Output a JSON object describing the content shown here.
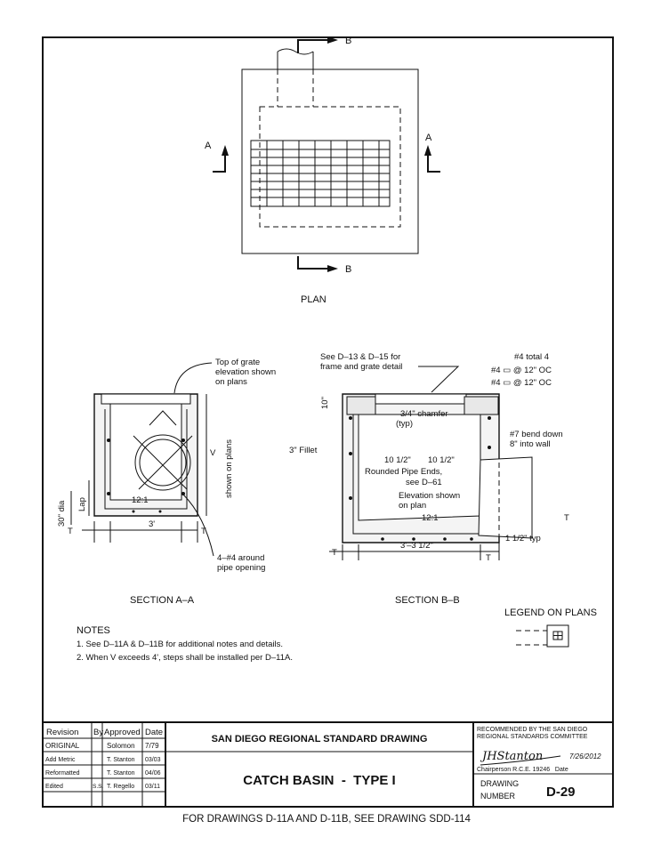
{
  "plan": {
    "title": "PLAN",
    "section_b": "B",
    "section_a": "A"
  },
  "section_aa": {
    "title": "SECTION A–A",
    "top_of_grate": [
      "Top of grate",
      "elevation shown",
      "on plans"
    ],
    "v_label": "V",
    "shown_on_plans": "shown on plans",
    "dia": "30\" dia",
    "lap": "Lap",
    "slope": "12:1",
    "width": "3'",
    "t": "T",
    "bars": [
      "4–#4 around",
      "pipe opening"
    ]
  },
  "section_bb": {
    "title": "SECTION B–B",
    "see_detail": [
      "See D–13 & D–15 for",
      "frame and grate detail"
    ],
    "rebar_total": "#4 total 4",
    "rebar1": "#4 ▭ @ 12\" OC",
    "rebar2": "#4 ▭ @ 12\" OC",
    "height": "10\"",
    "chamfer": "3/4\" chamfer",
    "typ": "(typ)",
    "fillet": "3\" Fillet",
    "bend": [
      "#7 bend down",
      "8\" into wall"
    ],
    "dim_left": "10 1/2\"",
    "dim_right": "10 1/2\"",
    "pipe_ends": [
      "Rounded Pipe Ends,",
      "see D–61"
    ],
    "elevation": [
      "Elevation shown",
      "on plan"
    ],
    "slope": "12:1",
    "width": "3'–3 1/2\"",
    "t": "T",
    "typ_dim": "1 1/2\" typ"
  },
  "notes": {
    "heading": "NOTES",
    "items": [
      "1. See D–11A & D–11B for additional notes and details.",
      "2. When V exceeds 4', steps shall be installed per D–11A."
    ]
  },
  "legend": {
    "heading": "LEGEND ON PLANS"
  },
  "title_block": {
    "headers": [
      "Revision",
      "By",
      "Approved",
      "Date"
    ],
    "rows": [
      [
        "ORIGINAL",
        "",
        "Solomon",
        "7/79"
      ],
      [
        "Add Metric",
        "",
        "T. Stanton",
        "03/03"
      ],
      [
        "Reformatted",
        "",
        "T. Stanton",
        "04/06"
      ],
      [
        "Edited",
        "S.S.",
        "T. Regello",
        "03/11"
      ]
    ],
    "agency": "SAN DIEGO REGIONAL STANDARD DRAWING",
    "drawing_title": "CATCH BASIN  -  TYPE I",
    "recommended": [
      "RECOMMENDED BY THE SAN DIEGO",
      "REGIONAL STANDARDS COMMITTEE"
    ],
    "signature": "JHStanton",
    "sign_date": "7/26/2012",
    "chairperson": "Chairperson R.C.E. 19246   Date",
    "drawing_number_label": [
      "DRAWING",
      "NUMBER"
    ],
    "drawing_number": "D-29"
  },
  "footer": "FOR DRAWINGS D-11A AND D-11B, SEE DRAWING SDD-114"
}
